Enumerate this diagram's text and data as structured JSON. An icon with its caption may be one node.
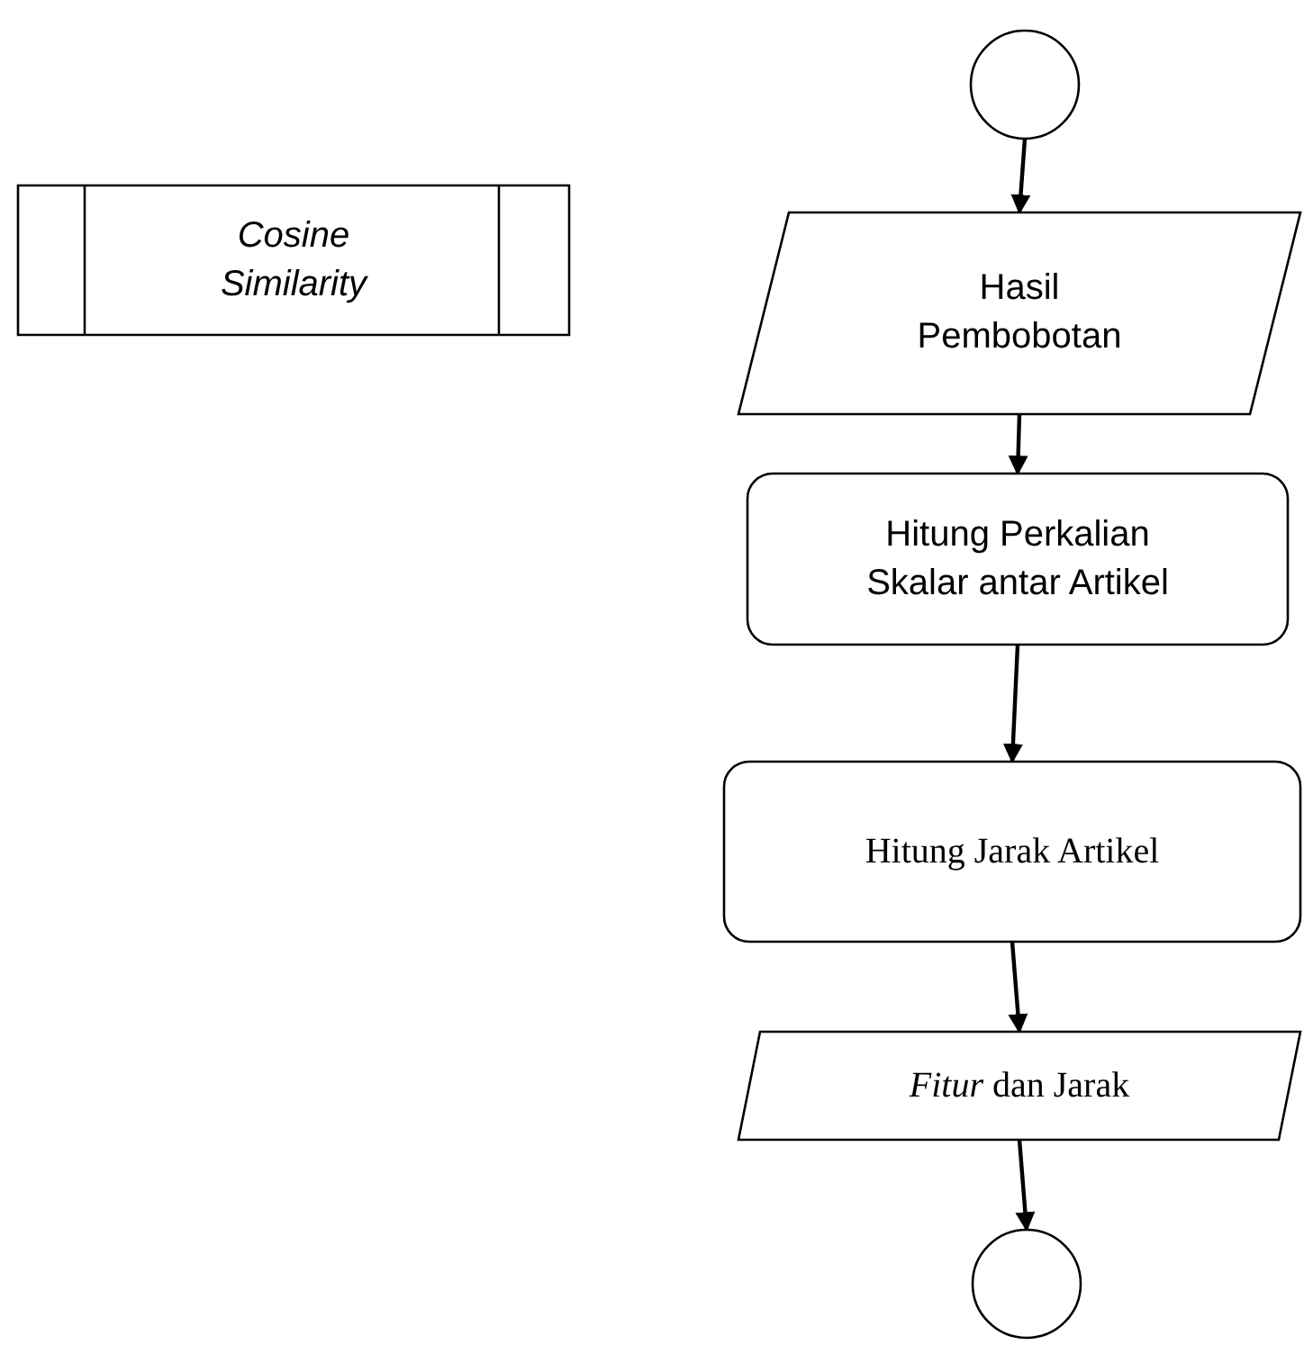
{
  "diagram": {
    "nodes": [
      {
        "text": [
          "Cosine Similarity"
        ]
      },
      {
        "text": [],
        "shape": "circle"
      },
      {
        "text": [
          "Hasil Pembobotan"
        ]
      },
      {
        "text": [
          "Hitung Perkalian Skalar antar Artikel"
        ]
      },
      {
        "text": [
          "Hitung Jarak Artikel"
        ]
      },
      {
        "text": [
          "*Fitur* dan Jarak"
        ]
      },
      {
        "text": [],
        "shape": "circle"
      }
    ],
    "edges": [
      {
        "from": 1,
        "to": 2,
        "arrow": "to"
      },
      {
        "from": 2,
        "to": 3,
        "arrow": "to"
      },
      {
        "from": 3,
        "to": 4,
        "arrow": "to"
      },
      {
        "from": 4,
        "to": 5,
        "arrow": "to"
      },
      {
        "from": 5,
        "to": 6,
        "arrow": "to"
      }
    ]
  }
}
